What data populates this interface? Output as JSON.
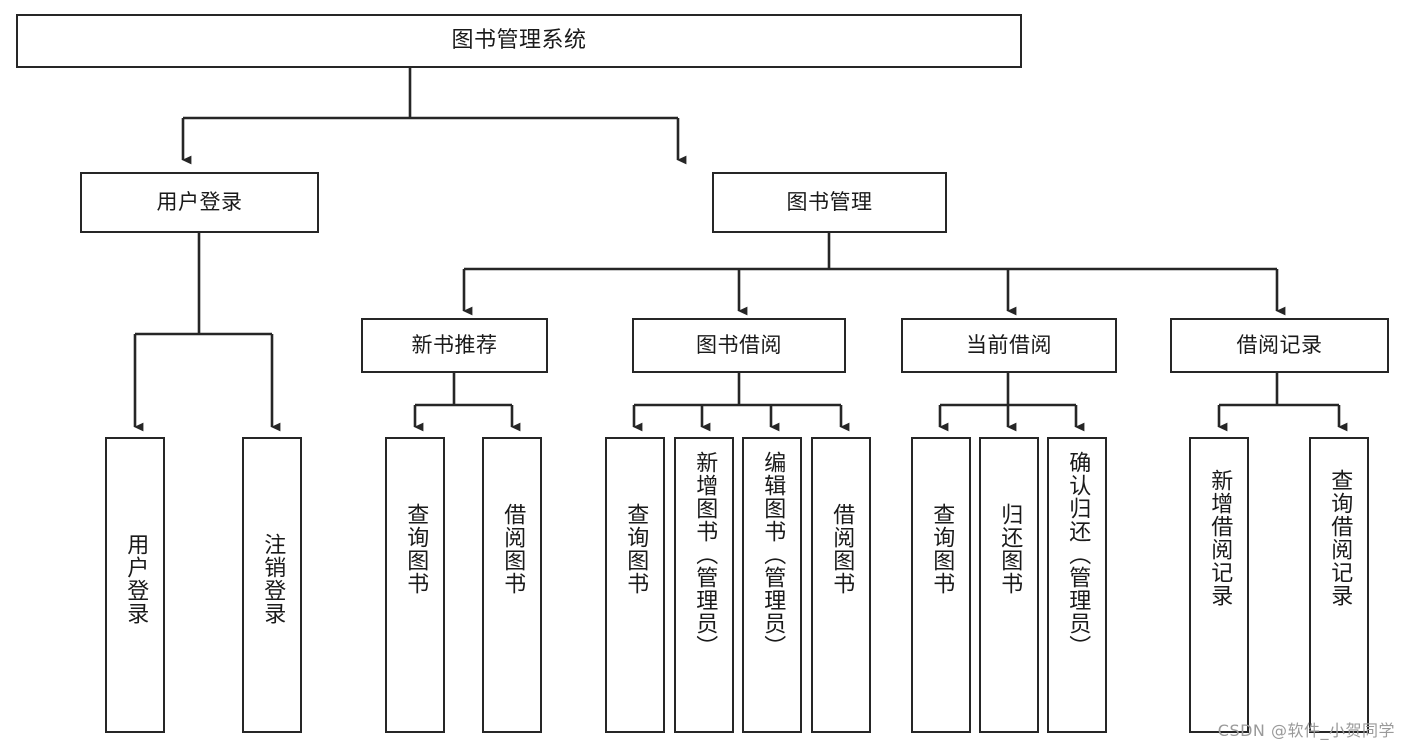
{
  "diagram": {
    "title": "图书管理系统",
    "type": "hierarchy-tree",
    "colors": {
      "background": "#ffffff",
      "node_border": "#262626",
      "node_fill": "#ffffff",
      "text": "#1a1a1a",
      "connector": "#262626",
      "watermark": "#9a9a9a"
    },
    "root": {
      "label": "图书管理系统"
    },
    "level1": [
      {
        "label": "用户登录"
      },
      {
        "label": "图书管理"
      }
    ],
    "level2": [
      {
        "label": "新书推荐"
      },
      {
        "label": "图书借阅"
      },
      {
        "label": "当前借阅"
      },
      {
        "label": "借阅记录"
      }
    ],
    "leaves": {
      "user_login": [
        {
          "label": "用户登录"
        },
        {
          "label": "注销登录"
        }
      ],
      "new_book_recommend": [
        {
          "label": "查询图书"
        },
        {
          "label": "借阅图书"
        }
      ],
      "book_borrow": [
        {
          "label": "查询图书"
        },
        {
          "label": "新增图书（管理员）"
        },
        {
          "label": "编辑图书（管理员）"
        },
        {
          "label": "借阅图书"
        }
      ],
      "current_borrow": [
        {
          "label": "查询图书"
        },
        {
          "label": "归还图书"
        },
        {
          "label": "确认归还（管理员）"
        }
      ],
      "borrow_record": [
        {
          "label": "新增借阅记录"
        },
        {
          "label": "查询借阅记录"
        }
      ]
    }
  },
  "watermark": {
    "text": "CSDN @软件_小贺同学"
  }
}
